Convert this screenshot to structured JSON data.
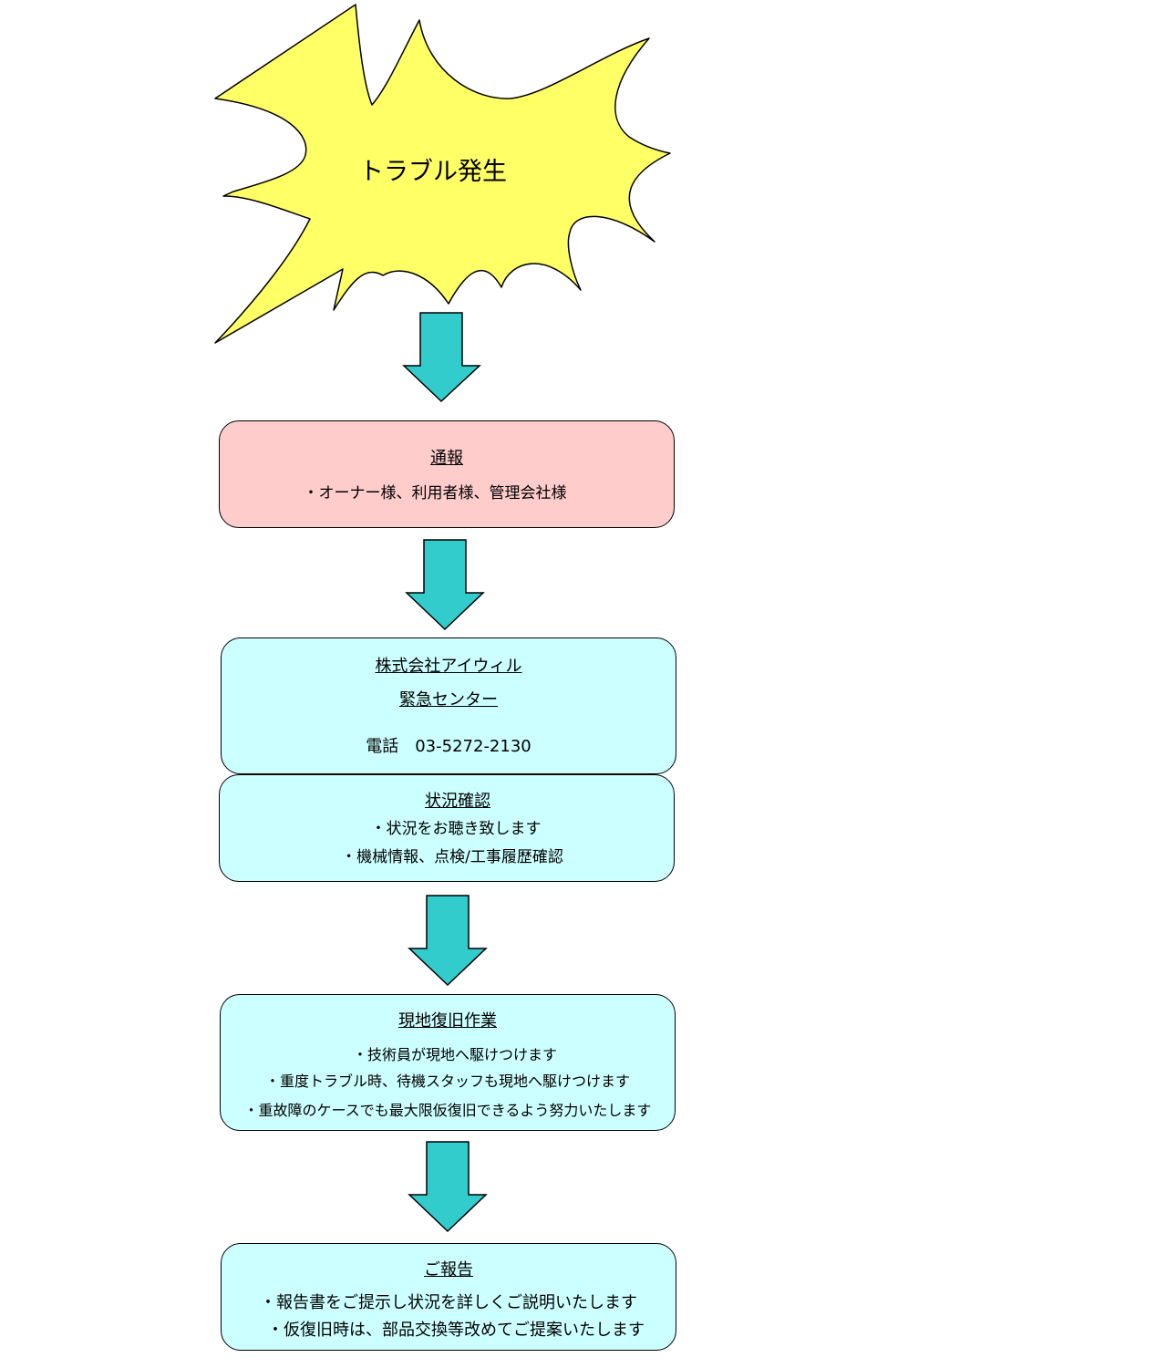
{
  "colors": {
    "starburst_fill": "#ffff66",
    "arrow_fill": "#33cccc",
    "report_box_fill": "#ffcccc",
    "step_box_fill": "#ccffff",
    "outline": "#000000"
  },
  "trouble": {
    "label": "トラブル発生"
  },
  "report_call": {
    "title": "通報",
    "items": [
      "・オーナー様、利用者様、管理会社様"
    ]
  },
  "center": {
    "company": "株式会社アイウィル",
    "name": "緊急センター",
    "phone": "電話　03-5272-2130"
  },
  "status_check": {
    "title": "状況確認",
    "items": [
      "・状況をお聴き致します",
      "・機械情報、点検/工事履歴確認"
    ]
  },
  "onsite": {
    "title": "現地復旧作業",
    "items": [
      "・技術員が現地へ駆けつけます",
      "・重度トラブル時、待機スタッフも現地へ駆けつけます",
      "・重故障のケースでも最大限仮復旧できるよう努力いたします"
    ]
  },
  "final_report": {
    "title": "ご報告",
    "items": [
      "・報告書をご提示し状況を詳しくご説明いたします",
      "・仮復旧時は、部品交換等改めてご提案いたします"
    ]
  }
}
